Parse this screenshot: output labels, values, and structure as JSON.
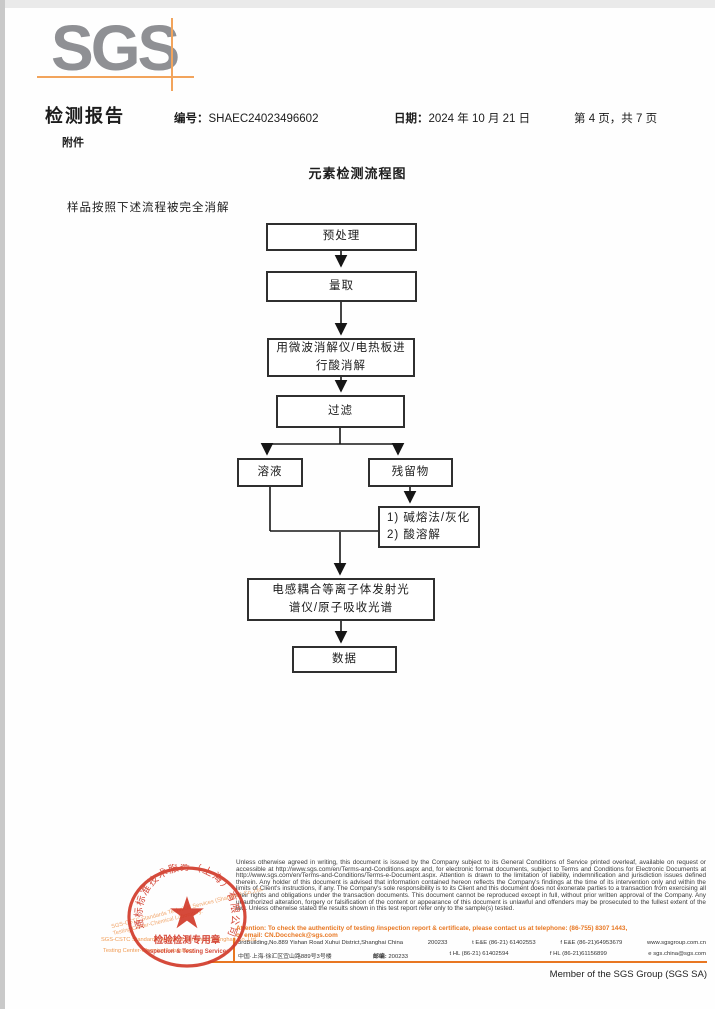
{
  "colors": {
    "accent_orange": "#e87722",
    "line_orange": "#f2a45c",
    "logo_gray": "#8f9094",
    "stamp_red": "#d23b2b",
    "box_border": "#2f2f2f"
  },
  "logo": {
    "text": "SGS"
  },
  "header": {
    "report_title": "检测报告",
    "attachment": "附件",
    "number_label": "编号：",
    "number_value": "SHAEC24023496602",
    "date_label": "日期：",
    "date_value": "2024 年 10 月 21 日",
    "page_info": "第 4 页，共 7 页"
  },
  "flowchart": {
    "title": "元素检测流程图",
    "intro": "样品按照下述流程被完全消解",
    "nodes": {
      "pretreat": "预处理",
      "measure": "量取",
      "digest_l1": "用微波消解仪/电热板进",
      "digest_l2": "行酸消解",
      "filter": "过滤",
      "solution": "溶液",
      "residue": "残留物",
      "alkali_l1": "1) 碱熔法/灰化",
      "alkali_l2": "2) 酸溶解",
      "icp_l1": "电感耦合等离子体发射光",
      "icp_l2": "谱仪/原子吸收光谱",
      "data": "数据"
    }
  },
  "stamp": {
    "ring_text": "通标标准技术服务（上海）有限公司",
    "star": "★",
    "line1": "检验检测专用章",
    "line2": "Inspection & Testing Services"
  },
  "footer": {
    "company_line1": "SGS-CSTC Standards Technical Services (Shanghai) Co.,Ltd.",
    "company_line2": "Testing Center-Chemical Laboratory.",
    "disclaimer": "Unless otherwise agreed in writing, this document is issued by the Company subject to its General Conditions of Service printed overleaf, available on request or accessible at http://www.sgs.com/en/Terms-and-Conditions.aspx and, for electronic format documents, subject to Terms and Conditions for Electronic Documents at http://www.sgs.com/en/Terms-and-Conditions/Terms-e-Document.aspx. Attention is drawn to the limitation of liability, indemnification and jurisdiction issues defined therein. Any holder of this document is advised that information contained hereon reflects the Company's findings at the time of its intervention only and within the limits of Client's instructions, if any. The Company's sole responsibility is to its Client and this document does not exonerate parties to a transaction from exercising all their rights and obligations under the transaction documents. This document cannot be reproduced except in full, without prior written approval of the Company. Any unauthorized alteration, forgery or falsification of the content or appearance of this document is unlawful and offenders may be prosecuted to the fullest extent of the law. Unless otherwise stated the results shown in this test report refer only to the sample(s) tested.",
    "attention_line1": "Attention: To check the authenticity of testing /inspection report & certificate, please contact us at telephone: (86-755) 8307 1443,",
    "attention_line2": "or email: CN.Doccheck@sgs.com",
    "address_en": "3rdBuilding,No.889 Yishan Road Xuhui District,Shanghai China",
    "postcode_en": "200233",
    "tel1": "t E&E (86-21) 61402553",
    "fax1": "f E&E (86-21)64953679",
    "website": "www.sgsgroup.com.cn",
    "address_cn": "中国·上海·徐汇区宜山路889号3号楼",
    "postcode_label": "邮编:",
    "postcode_cn": "200233",
    "tel2": "t HL (86-21) 61402594",
    "fax2": "f HL (86-21)61156899",
    "email": "e sgs.china@sgs.com",
    "member": "Member of the SGS Group (SGS SA)"
  }
}
